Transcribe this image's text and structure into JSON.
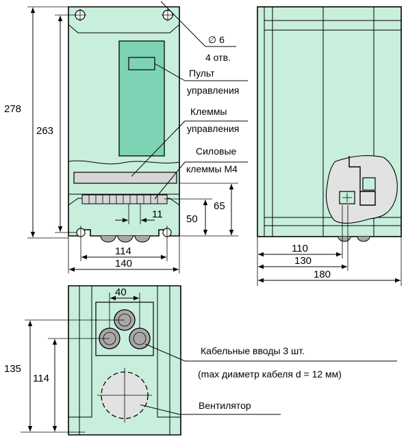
{
  "front_view": {
    "dims": {
      "total_height": "278",
      "mount_height": "263",
      "width_inner": "114",
      "width_total": "140",
      "terminal_step": "11",
      "height_50": "50",
      "height_65": "65"
    },
    "hole_label": "∅ 6",
    "hole_count": "4 отв.",
    "labels": {
      "panel_line1": "Пульт",
      "panel_line2": "управления",
      "control_terminals_line1": "Клеммы",
      "control_terminals_line2": "управления",
      "power_terminals_line1": "Силовые",
      "power_terminals_line2": "клеммы М4"
    }
  },
  "side_view": {
    "dims": {
      "d110": "110",
      "d130": "130",
      "d180": "180"
    }
  },
  "bottom_view": {
    "dims": {
      "gland_spacing": "40",
      "h135": "135",
      "h114": "114"
    },
    "labels": {
      "cable_glands": "Кабельные вводы 3 шт.",
      "cable_note": "(max диаметр кабеля d = 12 мм)",
      "fan": "Вентилятор"
    }
  },
  "colors": {
    "housing_fill": "#c8eedc",
    "panel_fill": "#7ed3b4",
    "terminal_fill": "#d6d6d6",
    "gland_fill": "#a8a8a8",
    "fan_fill": "#e2e2e2"
  }
}
